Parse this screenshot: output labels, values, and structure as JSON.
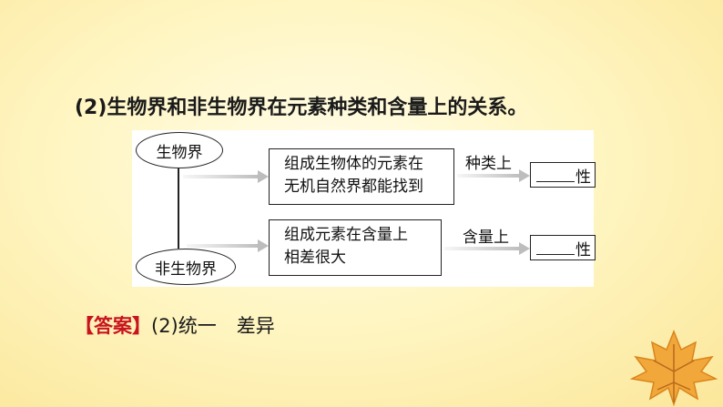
{
  "question": "(2)生物界和非生物界在元素种类和含量上的关系。",
  "diagram": {
    "node_top": "生物界",
    "node_bottom": "非生物界",
    "box_top": [
      "组成生物体的元素在",
      "无机自然界都能找到"
    ],
    "box_bottom": [
      "组成元素在含量上",
      "相差很大"
    ],
    "label_top": "种类上",
    "label_bottom": "含量上",
    "result_suffix": "性"
  },
  "answer": {
    "tag": "【答案】",
    "part": "(2)",
    "first": "统一",
    "second": "差异"
  },
  "colors": {
    "answer_tag": "#c8141e",
    "background": "#fff6c4",
    "leaf": "#f2a73a"
  },
  "icons": [
    "maple-leaf-icon"
  ]
}
